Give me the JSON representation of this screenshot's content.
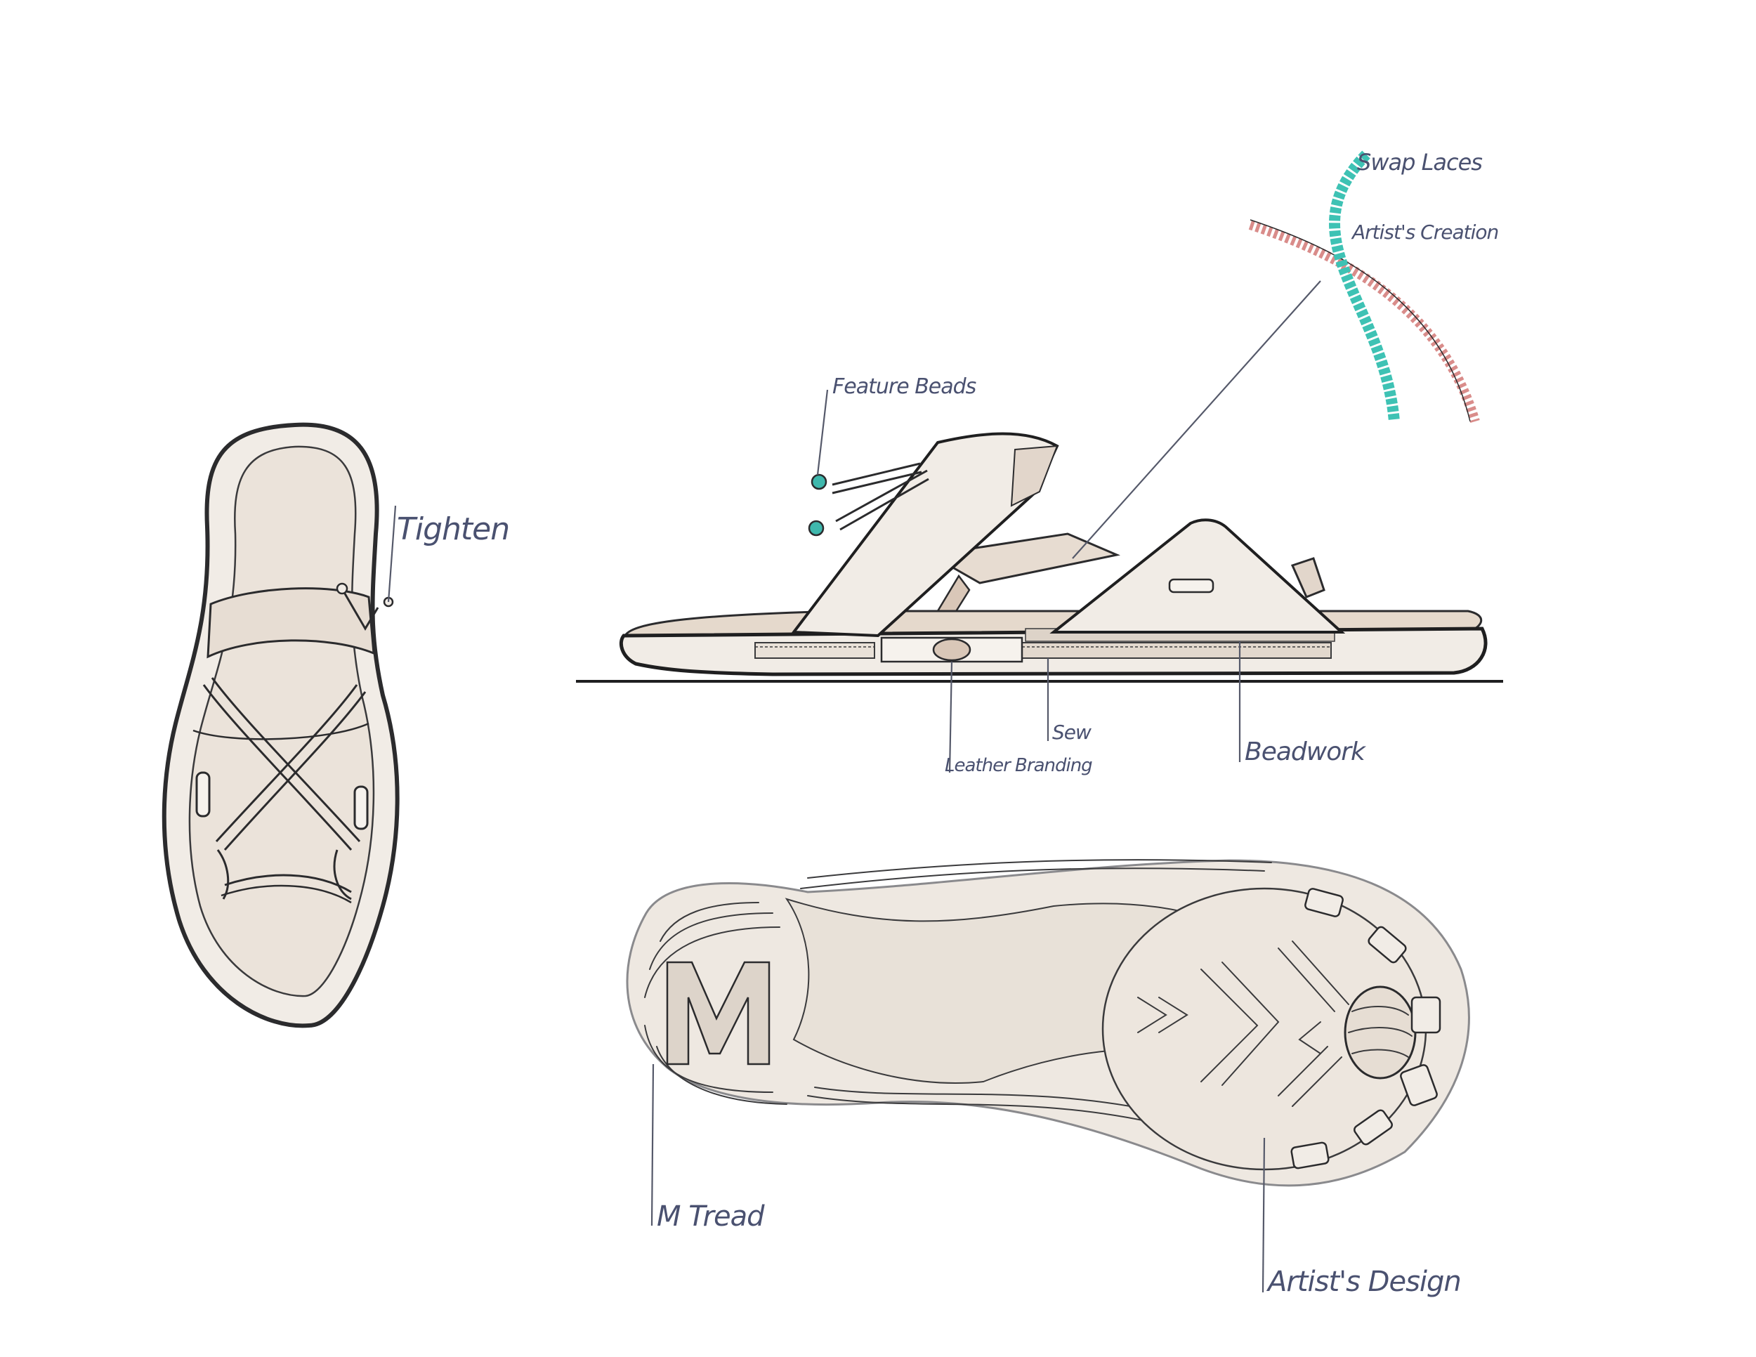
{
  "annotations": {
    "tighten": "Tighten",
    "feature_beads": "Feature Beads",
    "swap_laces": "Swap Laces",
    "artists_creation": "Artist's Creation",
    "sew": "Sew",
    "leather_branding": "Leather Branding",
    "beadwork": "Beadwork",
    "m_tread": "M Tread",
    "artists_design": "Artist's Design"
  },
  "colors": {
    "sandal_fill": "#f1ece6",
    "sandal_shade": "#e2d6cb",
    "strap_shadow": "#d9c7b8",
    "bead": "#3fb8ad",
    "lace_teal": "#3ec2b4",
    "lace_red": "#d98c8a",
    "label": "#4a5170"
  }
}
